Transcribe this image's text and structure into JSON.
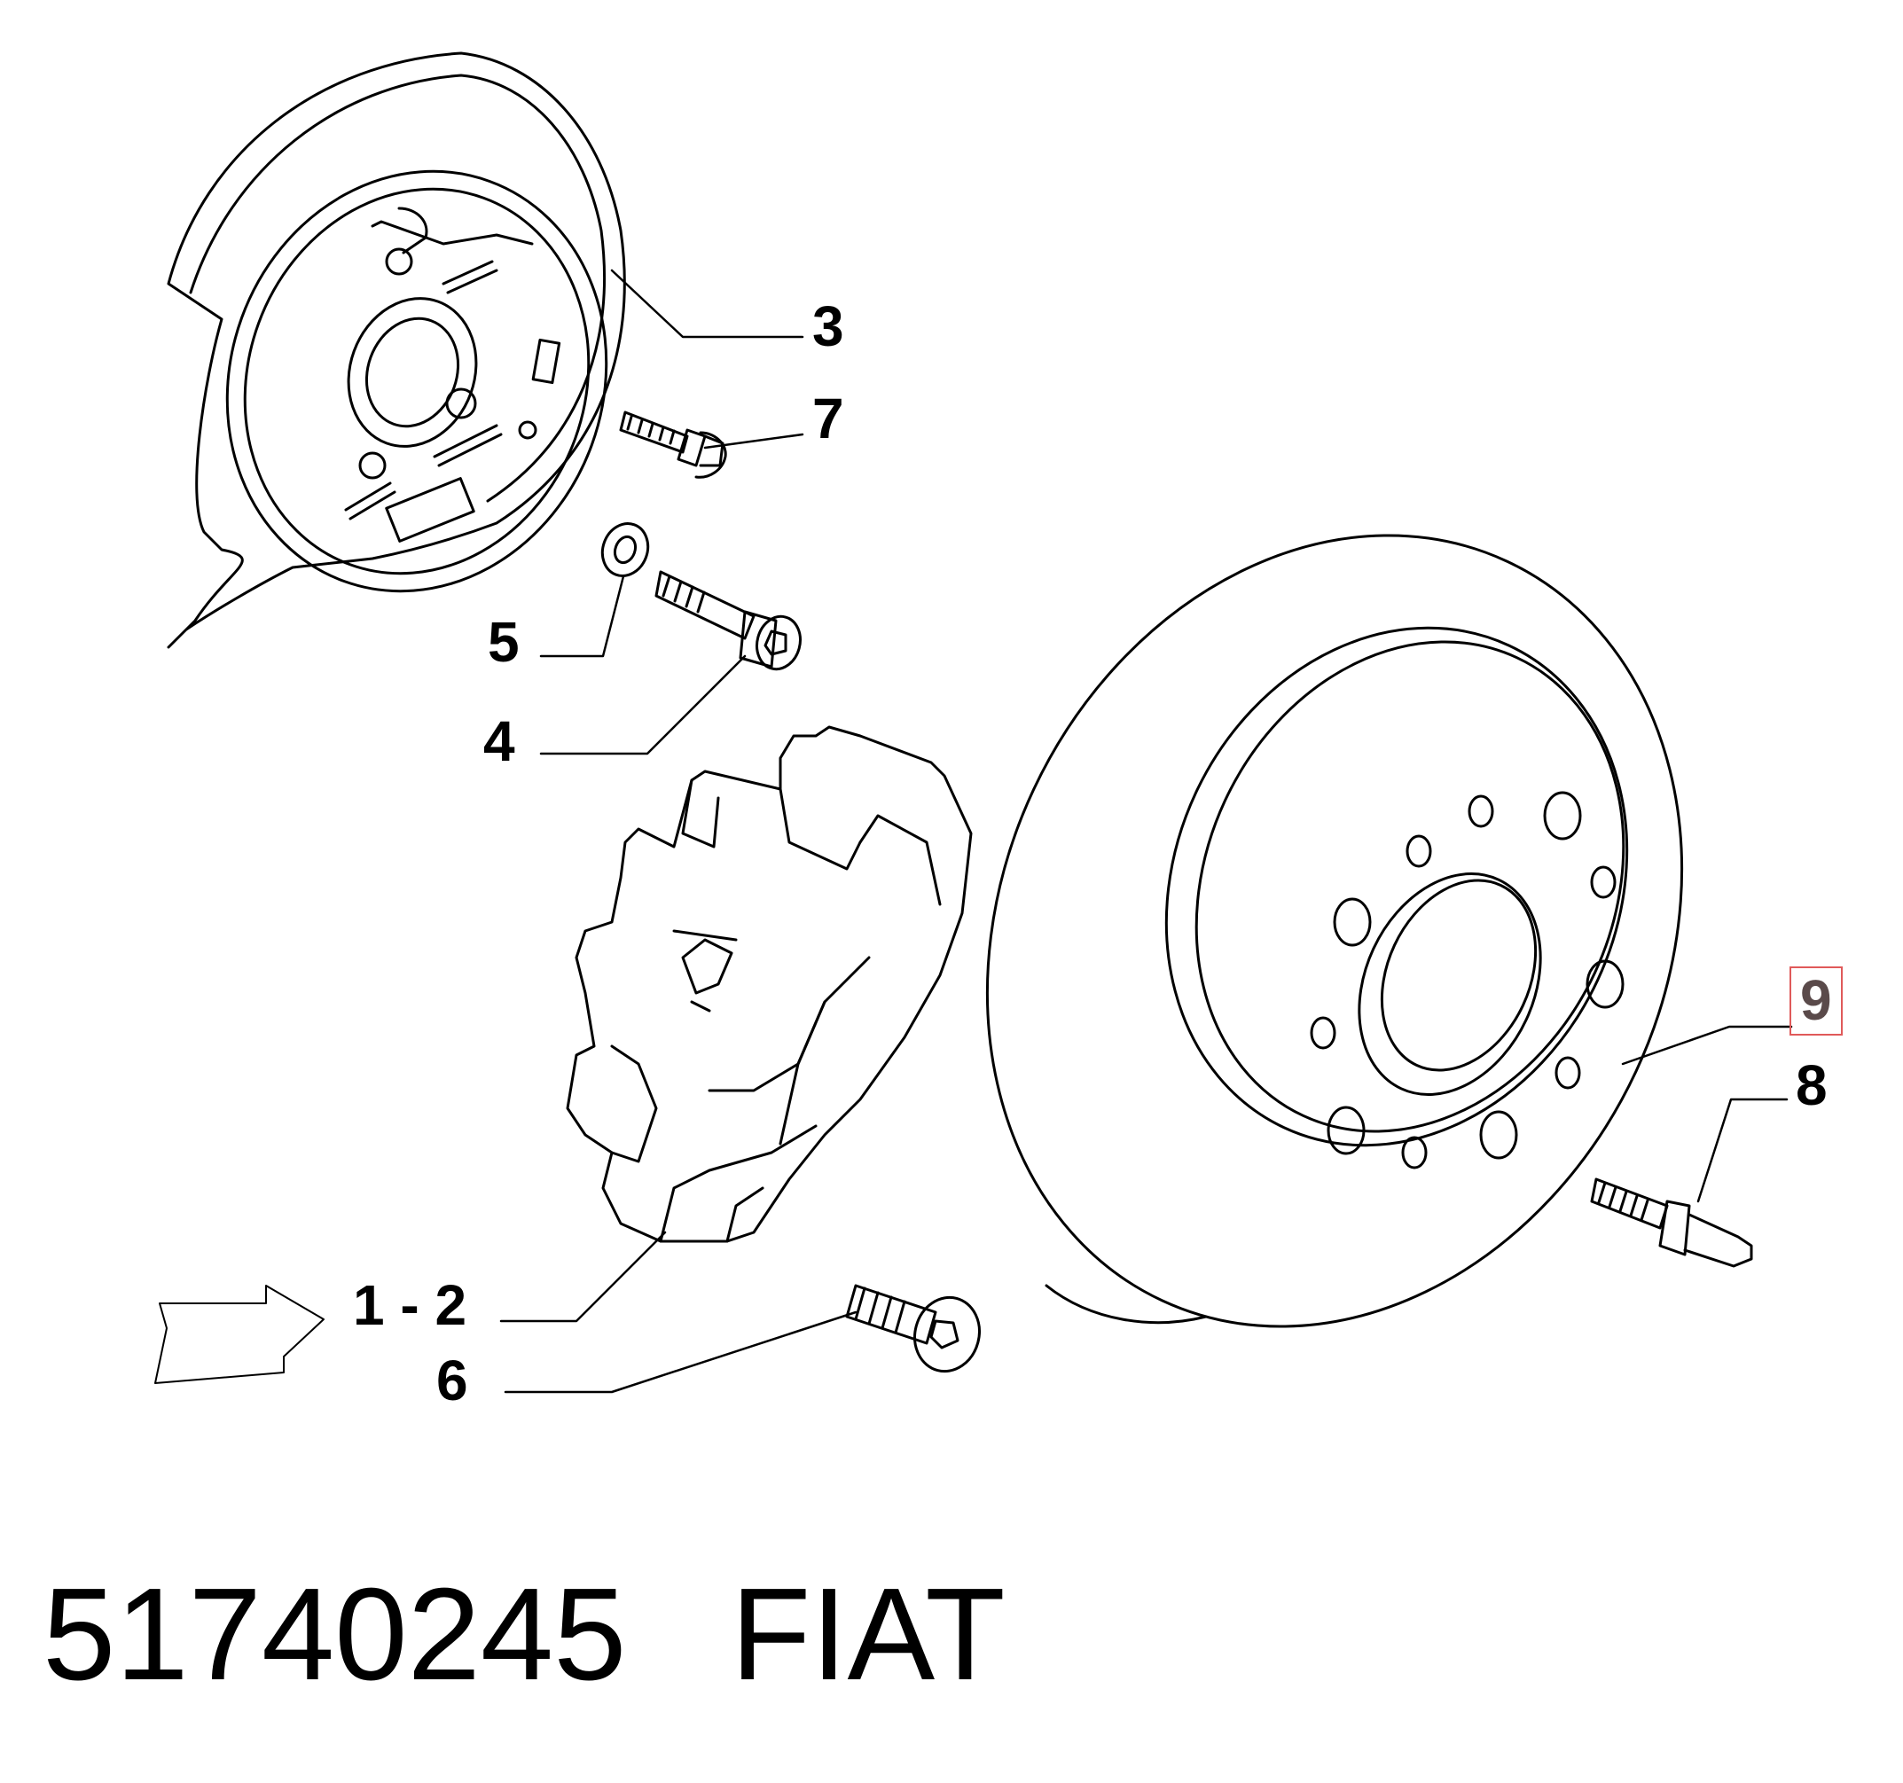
{
  "callouts": {
    "c3": "3",
    "c7": "7",
    "c5": "5",
    "c4": "4",
    "c9": "9",
    "c8": "8",
    "c12": "1 - 2",
    "c6": "6"
  },
  "highlighted_callout": "9",
  "footer": {
    "part_number": "51740245",
    "brand": "FIAT"
  },
  "colors": {
    "line": "#000000",
    "highlight_border": "#e05a5a",
    "highlight_text": "#5a4a4a"
  }
}
